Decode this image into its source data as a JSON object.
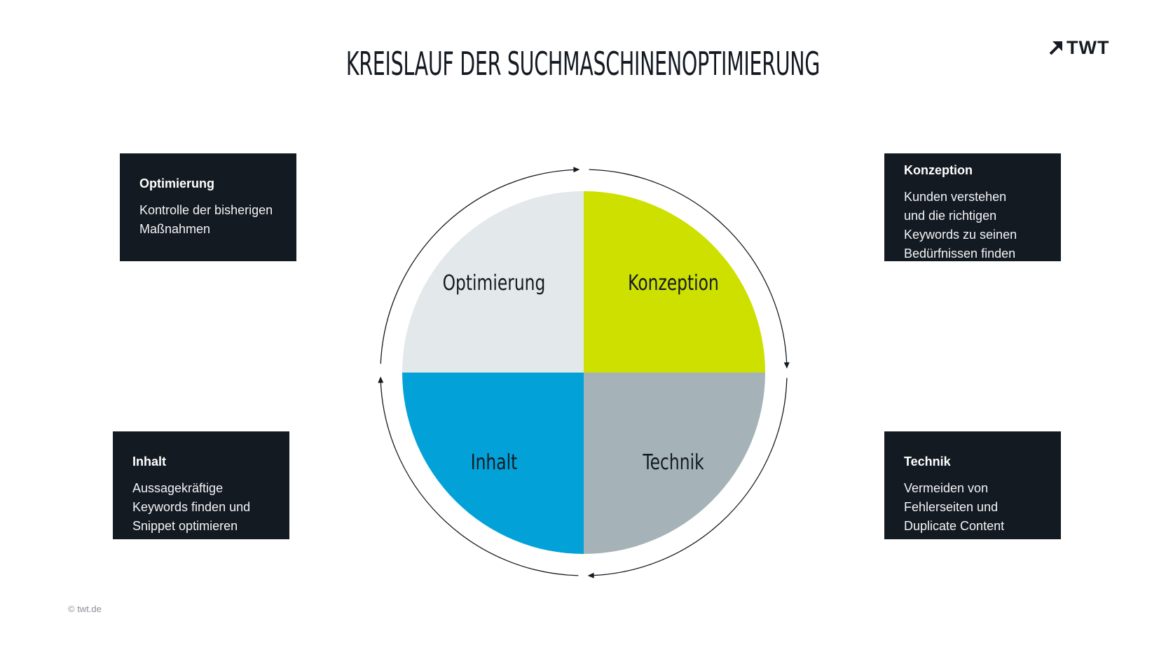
{
  "title": "KREISLAUF DER SUCHMASCHINENOPTIMIERUNG",
  "logo": {
    "text": "TWT",
    "icon": "arrow-up-right-icon"
  },
  "quadrants": [
    {
      "label": "Optimierung",
      "color": "#e3e8ea"
    },
    {
      "label": "Konzeption",
      "color": "#cde000"
    },
    {
      "label": "Technik",
      "color": "#a5b3b8"
    },
    {
      "label": "Inhalt",
      "color": "#02a2d9"
    }
  ],
  "cards": {
    "optimierung": {
      "title": "Optimierung",
      "text": "Kontrolle der bisherigen\nMaßnahmen"
    },
    "konzeption": {
      "title": "Konzeption",
      "text": "Kunden verstehen\nund die richtigen\nKeywords zu seinen\nBedürfnissen finden"
    },
    "inhalt": {
      "title": "Inhalt",
      "text": "Aussagekräftige\nKeywords finden und\nSnippet optimieren"
    },
    "technik": {
      "title": "Technik",
      "text": "Vermeiden von\nFehlerseiten und\nDuplicate Content"
    }
  },
  "colors": {
    "card_background": "#141a22",
    "text_dark": "#141a22",
    "arrow": "#141a22"
  },
  "footer": "© twt.de"
}
